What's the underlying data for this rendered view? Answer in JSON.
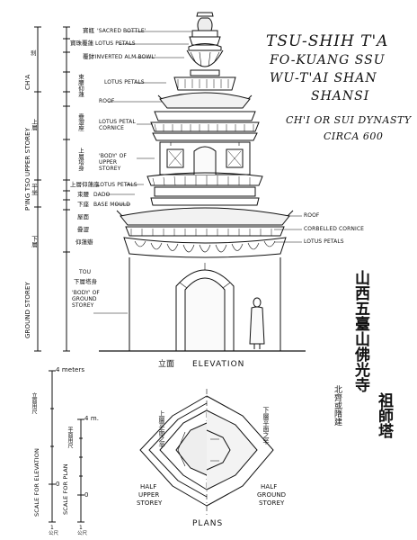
{
  "title": {
    "line1": "TSU-SHIH T'A",
    "line2": "FO-KUANG SSU",
    "line3": "WU-T'AI SHAN",
    "line4": "SHANSI",
    "dynasty": "CH'I OR SUI DYNASTY",
    "date": "CIRCA 600"
  },
  "chinese_title": {
    "line1": "山西五臺山佛光寺",
    "line2": "祖師塔",
    "line3": "北齊或隋建"
  },
  "left_labels": [
    {
      "cn": "寶瓶",
      "en": "'SACRED BOTTLE'"
    },
    {
      "cn": "寶珠覆蓮",
      "en": "LOTUS PETALS"
    },
    {
      "cn": "覆鉢",
      "en": "'INVERTED ALM BOWL'"
    },
    {
      "cn": "束腰仰蓮",
      "en": "LOTUS PETALS"
    },
    {
      "cn": "",
      "en": "ROOF"
    },
    {
      "cn": "疊澀座",
      "en": "LOTUS PETAL CORNICE"
    },
    {
      "cn": "上層塔身",
      "en": "'BODY' OF UPPER STOREY"
    },
    {
      "cn": "上層仰蓮座",
      "en": "LOTUS PETALS"
    },
    {
      "cn": "束腰",
      "en": "DADO"
    },
    {
      "cn": "下座",
      "en": "BASE MOULD"
    },
    {
      "cn": "下層塔身",
      "en": "'BODY' OF GROUND STOREY"
    }
  ],
  "extra_cn": [
    "屋面",
    "疊澀",
    "仰蓮瓣"
  ],
  "right_labels": [
    "ROOF",
    "CORBELLED CORNICE",
    "LOTUS PETALS"
  ],
  "storey_bands": {
    "cha": "CH'A",
    "upper": "UPPER STOREY",
    "ping_tso": "P'ING TSO",
    "ground": "GROUND STOREY",
    "cha_cn": "刹",
    "upper_cn": "上層",
    "ping_cn": "平坐",
    "ground_cn": "下層"
  },
  "elevation_caption": {
    "cn": "立面",
    "en": "ELEVATION"
  },
  "plans_caption": "PLANS",
  "half_upper": {
    "cn": "上層平面之半",
    "en_1": "HALF",
    "en_2": "UPPER",
    "en_3": "STOREY"
  },
  "half_ground": {
    "cn": "下層平面之半",
    "en_1": "HALF",
    "en_2": "GROUND",
    "en_3": "STOREY"
  },
  "scale_elevation": {
    "label": "SCALE FOR ELEVATION",
    "cn": "立面用尺",
    "top": "4 meters",
    "zero": "0",
    "unit": "1",
    "unit_cn": "公尺"
  },
  "scale_plan": {
    "label": "SCALE FOR PLAN",
    "cn": "平面用尺",
    "top": "4 m.",
    "zero": "0",
    "unit": "1",
    "unit_cn": "公尺"
  },
  "tou_label": "TOU"
}
